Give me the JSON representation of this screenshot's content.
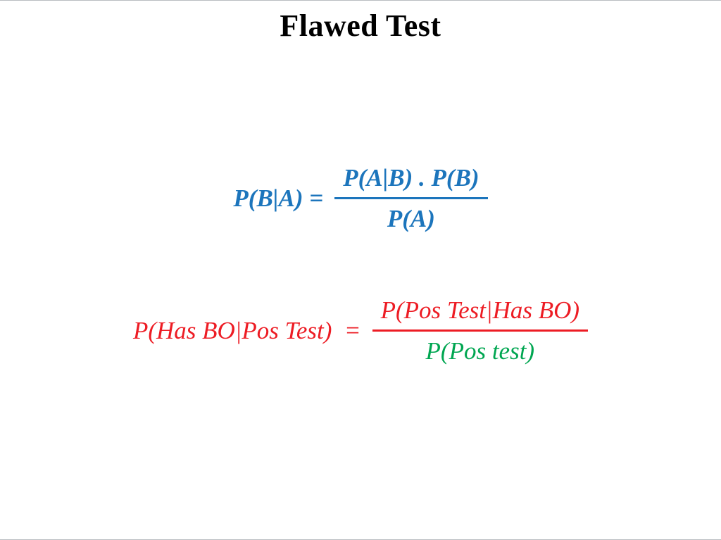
{
  "slide": {
    "title": "Flawed Test",
    "colors": {
      "title_black": "#000000",
      "formula1_blue": "#1c75bc",
      "formula2_red": "#ed1c24",
      "formula2_green": "#00a651",
      "background": "#ffffff",
      "edge_line_gray": "#b9bdc1"
    },
    "formula1": {
      "lhs": "P(B|A) =",
      "numerator": "P(A|B) . P(B)",
      "denominator": "P(A)"
    },
    "formula2": {
      "lhs": "P(Has BO|Pos Test)  =",
      "numerator": "P(Pos Test|Has BO)",
      "denominator": "P(Pos test)"
    }
  }
}
